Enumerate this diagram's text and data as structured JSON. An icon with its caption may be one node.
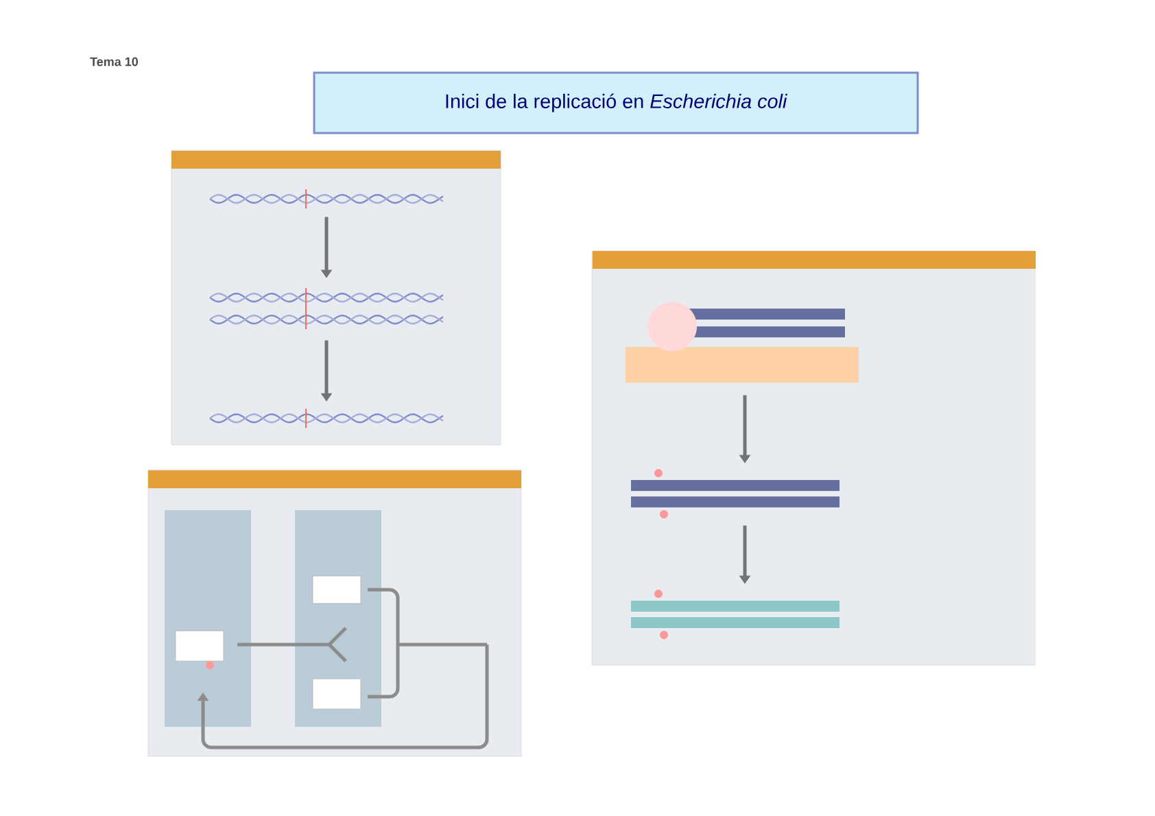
{
  "diagram": {
    "title": "Inici de la replicació en *Escherichia coli*",
    "nodes": [
      {
        "text": [],
        "shape": "box"
      },
      {
        "text": [],
        "shape": "picture",
        "in": 0
      },
      {
        "text": [],
        "shape": "picture",
        "in": 0
      },
      {
        "text": [],
        "shape": "picture",
        "in": 0
      },
      {
        "text": [],
        "shape": "box"
      },
      {
        "text": [],
        "shape": "box"
      },
      {
        "text": [],
        "shape": "picture",
        "in": 5
      },
      {
        "text": [],
        "shape": "picture",
        "in": 5
      },
      {
        "text": [],
        "shape": "picture",
        "in": 5
      }
    ],
    "edges": [
      {
        "from": 1,
        "to": 2,
        "arrow": "to"
      },
      {
        "from": 2,
        "to": 3,
        "arrow": "to"
      },
      {
        "from": 6,
        "to": 7,
        "arrow": "to"
      },
      {
        "from": 7,
        "to": 8,
        "arrow": "to"
      }
    ],
    "labels": [
      "Tema 10"
    ]
  }
}
